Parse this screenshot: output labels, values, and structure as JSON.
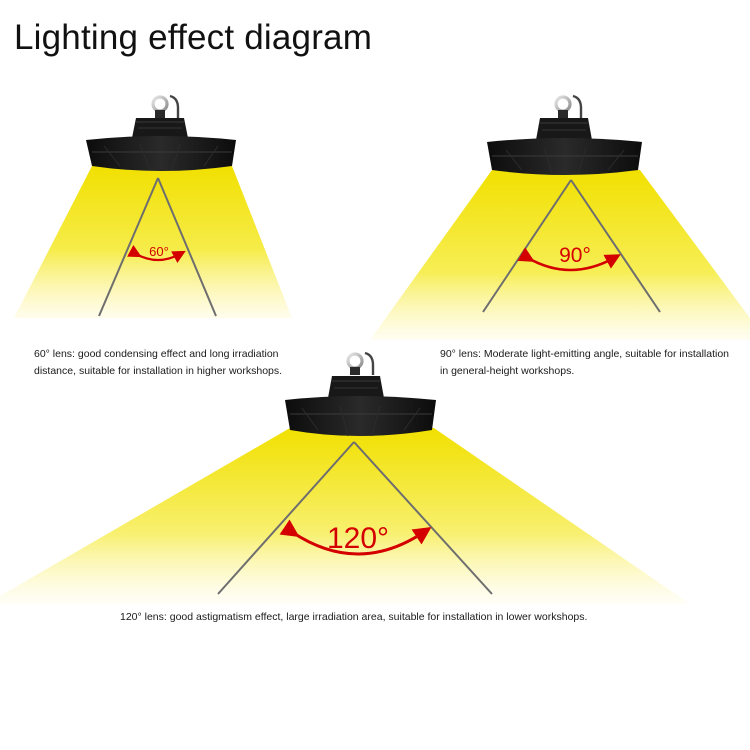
{
  "title": "Lighting effect diagram",
  "colors": {
    "beam": "#f2e600",
    "angle_text": "#d40000",
    "fixture": "#161616",
    "line": "#6e6e6e"
  },
  "lamps": [
    {
      "angle": "60°",
      "caption_line1": "60° lens: good condensing effect and long irradiation",
      "caption_line2": "distance, suitable for installation in higher workshops."
    },
    {
      "angle": "90°",
      "caption_line1": "90° lens: Moderate light-emitting angle, suitable for installation",
      "caption_line2": "in general-height workshops."
    },
    {
      "angle": "120°",
      "caption_line1": "120° lens: good astigmatism effect, large irradiation area, suitable for installation in lower workshops.",
      "caption_line2": ""
    }
  ]
}
